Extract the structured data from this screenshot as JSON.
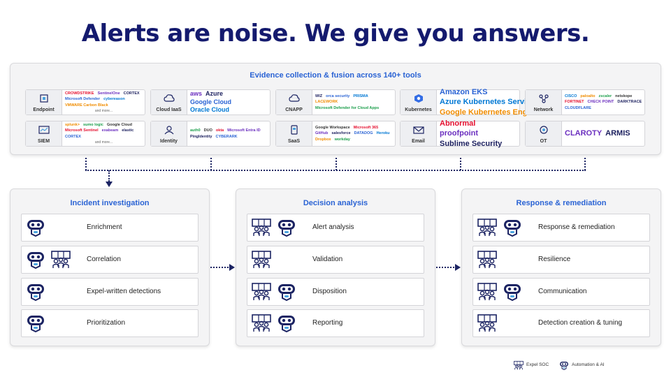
{
  "title": "Alerts are noise. We give you answers.",
  "evidence": {
    "title": "Evidence collection & fusion across 140+ tools",
    "tools": [
      {
        "category": "Endpoint",
        "icon": "endpoint-icon",
        "logos": [
          "CROWDSTRIKE",
          "SentinelOne",
          "CORTEX",
          "Microsoft Defender",
          "cybereason",
          "VMWARE Carbon Black"
        ],
        "more": "and more..."
      },
      {
        "category": "Cloud IaaS",
        "icon": "cloud-icon",
        "logos": [
          "aws",
          "Azure",
          "Google Cloud",
          "Oracle Cloud"
        ],
        "more": ""
      },
      {
        "category": "CNAPP",
        "icon": "cloud-icon",
        "logos": [
          "WIZ",
          "orca security",
          "PRISMA",
          "LACEWORK",
          "Microsoft Defender for Cloud Apps"
        ],
        "more": ""
      },
      {
        "category": "Kubernetes",
        "icon": "kubernetes-icon",
        "logos": [
          "Amazon EKS",
          "Azure Kubernetes Service",
          "Google Kubernetes Engine"
        ],
        "more": ""
      },
      {
        "category": "Network",
        "icon": "network-icon",
        "logos": [
          "CISCO",
          "paloalto",
          "zscaler",
          "netskope",
          "FORTINET",
          "CHECK POINT",
          "DARKTRACE",
          "CLOUDFLARE"
        ],
        "more": ""
      },
      {
        "category": "SIEM",
        "icon": "siem-icon",
        "logos": [
          "splunk>",
          "sumo logic",
          "Google Cloud",
          "Microsoft Sentinel",
          "exabeam",
          "elastic",
          "CORTEX"
        ],
        "more": "and more..."
      },
      {
        "category": "Identity",
        "icon": "identity-icon",
        "logos": [
          "auth0",
          "DUO",
          "okta",
          "Microsoft Entra ID",
          "PingIdentity",
          "CYBERARK"
        ],
        "more": ""
      },
      {
        "category": "SaaS",
        "icon": "saas-icon",
        "logos": [
          "Google Workspace",
          "Microsoft 365",
          "GitHub",
          "salesforce",
          "DATADOG",
          "Heroku",
          "Dropbox",
          "workday"
        ],
        "more": ""
      },
      {
        "category": "Email",
        "icon": "email-icon",
        "logos": [
          "Abnormal",
          "proofpoint",
          "Sublime Security"
        ],
        "more": ""
      },
      {
        "category": "OT",
        "icon": "ot-icon",
        "logos": [
          "CLAROTY",
          "ARMIS"
        ],
        "more": ""
      }
    ]
  },
  "panels": [
    {
      "title": "Incident investigation",
      "steps": [
        {
          "label": "Enrichment",
          "icons": [
            "automation-ai"
          ]
        },
        {
          "label": "Correlation",
          "icons": [
            "automation-ai",
            "expel-soc"
          ]
        },
        {
          "label": "Expel-written detections",
          "icons": [
            "automation-ai"
          ]
        },
        {
          "label": "Prioritization",
          "icons": [
            "automation-ai"
          ]
        }
      ]
    },
    {
      "title": "Decision analysis",
      "steps": [
        {
          "label": "Alert analysis",
          "icons": [
            "expel-soc",
            "automation-ai"
          ]
        },
        {
          "label": "Validation",
          "icons": [
            "expel-soc"
          ]
        },
        {
          "label": "Disposition",
          "icons": [
            "expel-soc",
            "automation-ai"
          ]
        },
        {
          "label": "Reporting",
          "icons": [
            "expel-soc",
            "automation-ai"
          ]
        }
      ]
    },
    {
      "title": "Response & remediation",
      "steps": [
        {
          "label": "Response & remediation",
          "icons": [
            "expel-soc",
            "automation-ai"
          ]
        },
        {
          "label": "Resilience",
          "icons": [
            "expel-soc"
          ]
        },
        {
          "label": "Communication",
          "icons": [
            "expel-soc",
            "automation-ai"
          ]
        },
        {
          "label": "Detection creation & tuning",
          "icons": [
            "expel-soc"
          ]
        }
      ]
    }
  ],
  "legend": [
    {
      "label": "Expel SOC",
      "icon": "expel-soc"
    },
    {
      "label": "Automation & AI",
      "icon": "automation-ai"
    }
  ],
  "colors": {
    "title": "#141a6e",
    "accent": "#2a63d4",
    "panel_bg": "#f4f4f5",
    "connector": "#1c2463"
  }
}
